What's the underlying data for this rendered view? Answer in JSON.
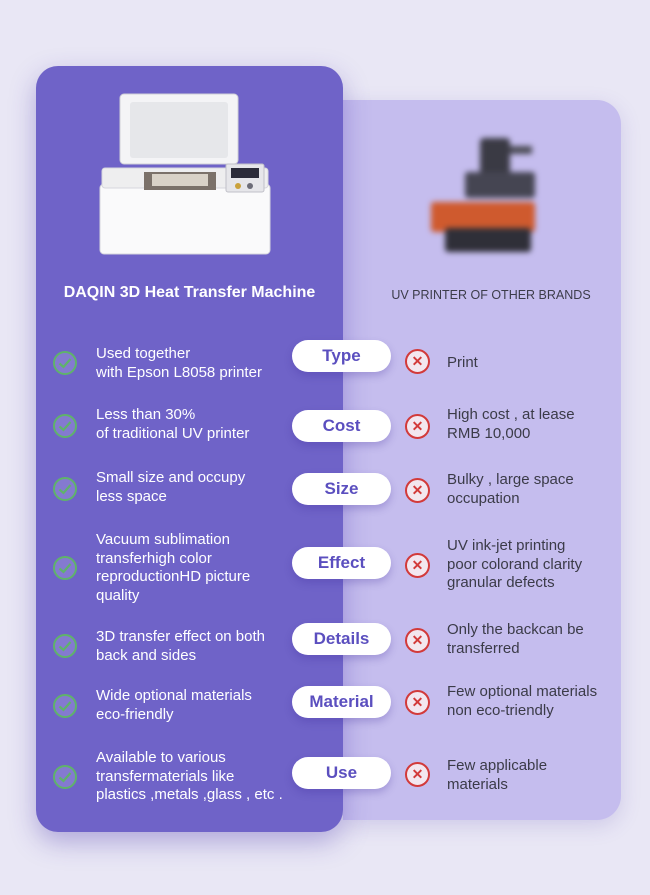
{
  "left": {
    "title": "DAQIN 3D Heat Transfer Machine",
    "items": [
      "Used together\nwith Epson L8058  printer",
      "Less than 30%\nof traditional UV printer",
      "Small size and occupy\nless space",
      "Vacuum sublimation\ntransferhigh color\nreproductionHD picture\nquality",
      "3D transfer effect on both\nback and sides",
      "Wide optional materials\neco-friendly",
      "Available to various\ntransfermaterials like\nplastics ,metals ,glass , etc ."
    ]
  },
  "right": {
    "title": "UV PRINTER OF OTHER BRANDS",
    "items": [
      "Print",
      "High cost , at lease\nRMB 10,000",
      "Bulky , large space\noccupation",
      "UV ink-jet printing\npoor colorand clarity\ngranular defects",
      "Only the backcan be\ntransferred",
      "Few optional materials\nnon eco-triendly",
      "Few applicable\nmaterials"
    ]
  },
  "categories": [
    "Type",
    "Cost",
    "Size",
    "Effect",
    "Details",
    "Material",
    "Use"
  ],
  "icons": {
    "check": "check-circle-icon",
    "cross": "cross-circle-icon"
  },
  "colors": {
    "card": "#6f63c8",
    "right_card": "#c5bdee",
    "check": "#5fb36a",
    "cross": "#d23a3a",
    "pill_text": "#5b4fbf"
  }
}
